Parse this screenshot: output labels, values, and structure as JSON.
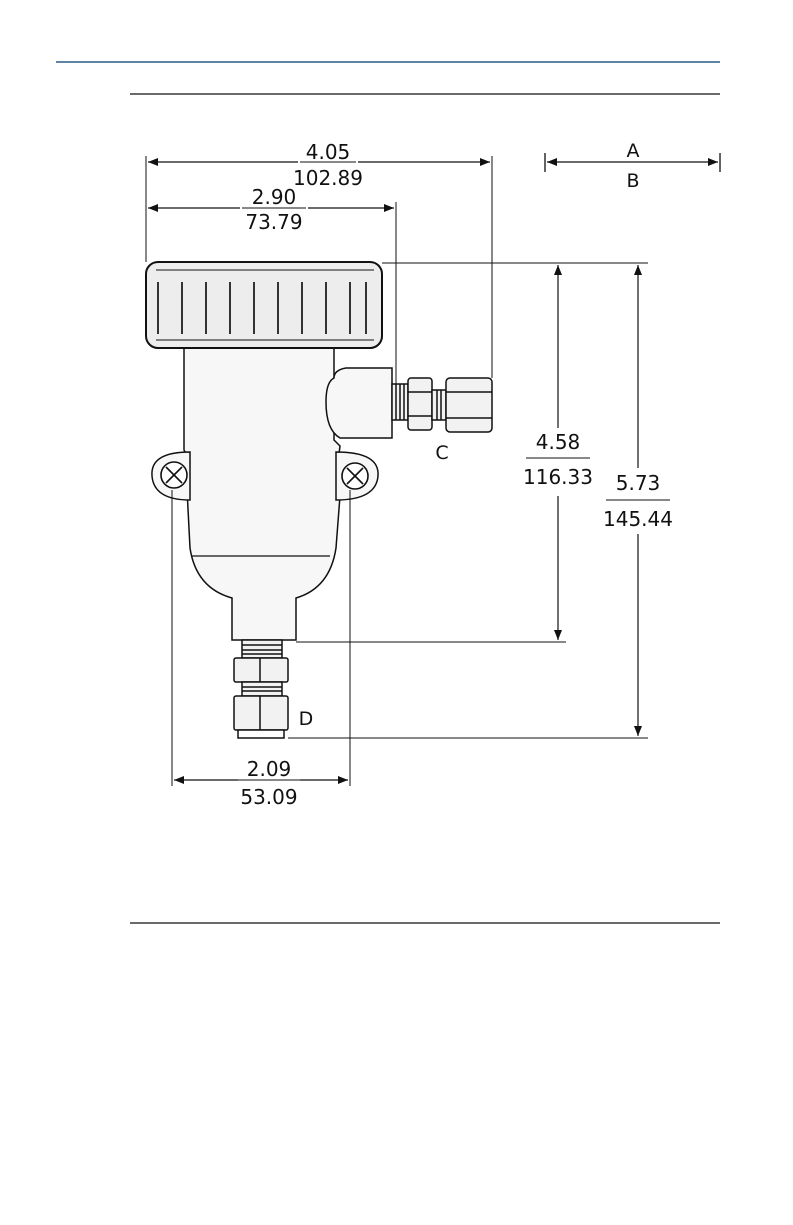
{
  "colors": {
    "header_rule": "#2b5a86",
    "ink": "#111111",
    "body_fill": "#f7f7f7"
  },
  "legend": {
    "top_label": "A",
    "bottom_label": "B"
  },
  "dimensions": {
    "overall_width": {
      "in": "4.05",
      "mm": "102.89"
    },
    "housing_width": {
      "in": "2.90",
      "mm": "73.79"
    },
    "body_height": {
      "in": "4.58",
      "mm": "116.33"
    },
    "overall_height": {
      "in": "5.73",
      "mm": "145.44"
    },
    "mount_width": {
      "in": "2.09",
      "mm": "53.09"
    }
  },
  "callouts": {
    "side_fitting": "C",
    "bottom_fitting": "D"
  },
  "icons": {
    "mounting_screws": "phillips-screw-icon"
  }
}
